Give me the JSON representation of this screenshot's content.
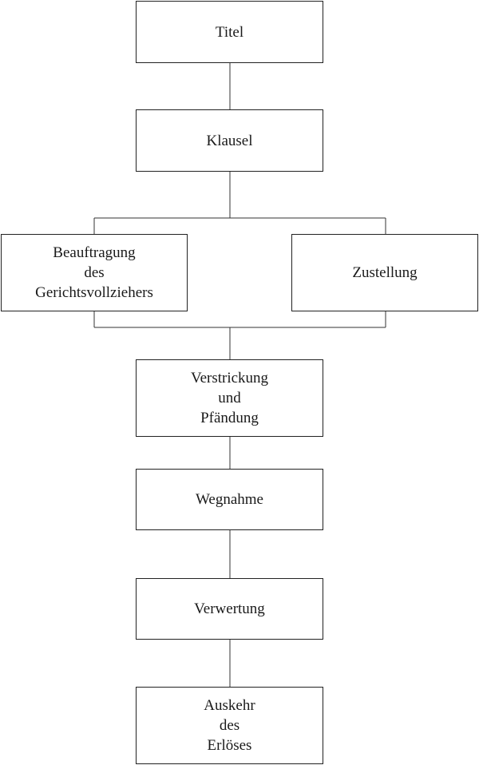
{
  "diagram": {
    "titel": "Titel",
    "klausel": "Klausel",
    "beauftragung": "Beauftragung\ndes\nGerichtsvollziehers",
    "zustellung": "Zustellung",
    "verstrickung": "Verstrickung\nund\nPfändung",
    "wegnahme": "Wegnahme",
    "verwertung": "Verwertung",
    "auskehr": "Auskehr\ndes\nErlöses"
  }
}
